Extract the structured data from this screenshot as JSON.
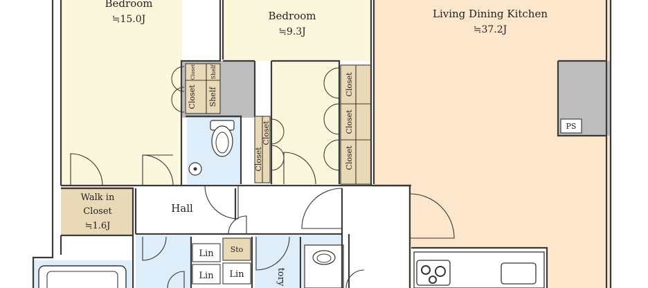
{
  "colors": {
    "bedroom_floor": "#fbf7dc",
    "ldk_floor": "#fce6cc",
    "wet_floor": "#ddeefa",
    "storage_floor": "#ead9b6",
    "hall_floor": "#ffffff",
    "pipe_space": "#bdbdbd",
    "wall": "#3a3a3a"
  },
  "rooms": {
    "bedroom1": {
      "name": "Bedroom",
      "area": "≒15.0J"
    },
    "bedroom2": {
      "name": "Bedroom",
      "area": "≒9.3J"
    },
    "ldk": {
      "name": "Living Dining Kitchen",
      "area": "≒37.2J"
    },
    "wic": {
      "line1": "Walk in",
      "line2": "Closet",
      "area": "≒1.6J"
    },
    "hall": {
      "name": "Hall"
    },
    "lavatory": {
      "name": "tory"
    }
  },
  "storage": {
    "closet": "Closet",
    "shelf": "Shelf",
    "linen": "Lin",
    "storage_short": "Sto"
  },
  "pipe_space_label": "PS"
}
